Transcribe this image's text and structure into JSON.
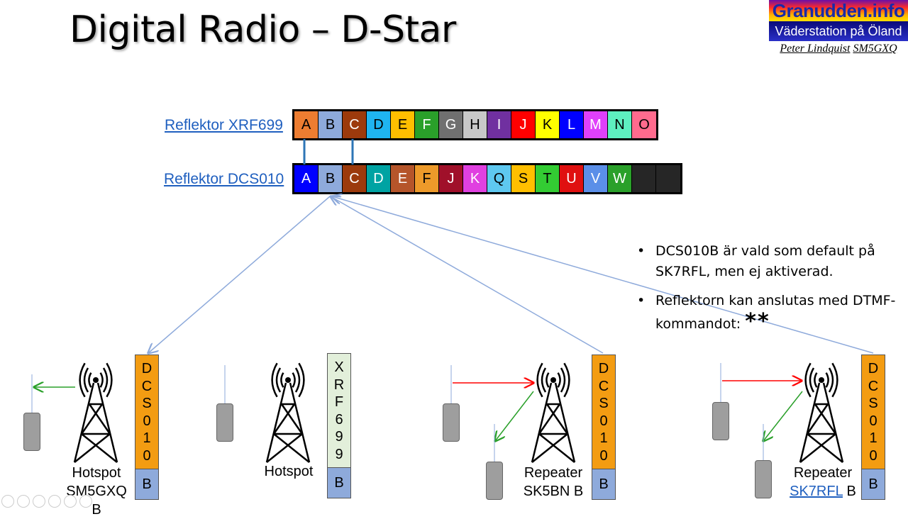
{
  "title": "Digital Radio – D-Star",
  "logo": {
    "site": "Granudden.info",
    "subtitle": "Väderstation på Öland",
    "author": "Peter Lindquist",
    "callsign": "SM5GXQ"
  },
  "reflectors": [
    {
      "label": "Reflektor XRF699",
      "cells": [
        {
          "letter": "A",
          "color": "#ed7d31"
        },
        {
          "letter": "B",
          "color": "#8eaadb"
        },
        {
          "letter": "C",
          "color": "#9c3a0c"
        },
        {
          "letter": "D",
          "color": "#1fb4f0"
        },
        {
          "letter": "E",
          "color": "#ffbf00"
        },
        {
          "letter": "F",
          "color": "#2aa02a"
        },
        {
          "letter": "G",
          "color": "#707070"
        },
        {
          "letter": "H",
          "color": "#c8c8c8"
        },
        {
          "letter": "I",
          "color": "#7030a0"
        },
        {
          "letter": "J",
          "color": "#ff0000"
        },
        {
          "letter": "K",
          "color": "#ffff00"
        },
        {
          "letter": "L",
          "color": "#0000ff"
        },
        {
          "letter": "M",
          "color": "#e040fb"
        },
        {
          "letter": "N",
          "color": "#5ef0c0"
        },
        {
          "letter": "O",
          "color": "#ff6b8e"
        }
      ]
    },
    {
      "label": "Reflektor DCS010",
      "cells": [
        {
          "letter": "A",
          "color": "#0000ff"
        },
        {
          "letter": "B",
          "color": "#8eaadb"
        },
        {
          "letter": "C",
          "color": "#9c3a0c"
        },
        {
          "letter": "D",
          "color": "#00a3a3"
        },
        {
          "letter": "E",
          "color": "#b5552a"
        },
        {
          "letter": "F",
          "color": "#ed9a2a"
        },
        {
          "letter": "J",
          "color": "#a0102a"
        },
        {
          "letter": "K",
          "color": "#e040e0"
        },
        {
          "letter": "Q",
          "color": "#5ec8f0"
        },
        {
          "letter": "S",
          "color": "#ffbf00"
        },
        {
          "letter": "T",
          "color": "#33cc33"
        },
        {
          "letter": "U",
          "color": "#e01010"
        },
        {
          "letter": "V",
          "color": "#5b8fe8"
        },
        {
          "letter": "W",
          "color": "#2aa02a"
        },
        {
          "letter": "",
          "color": "#262626"
        },
        {
          "letter": "",
          "color": "#262626"
        }
      ]
    }
  ],
  "stations": [
    {
      "label_lines": [
        "Hotspot",
        "SM5GXQ"
      ],
      "module": "B",
      "reflector_chars": [
        "D",
        "C",
        "S",
        "0",
        "1",
        "0"
      ],
      "box_color": "#f39c12"
    },
    {
      "label_lines": [
        "Hotspot"
      ],
      "module": "B",
      "reflector_chars": [
        "X",
        "R",
        "F",
        "6",
        "9",
        "9"
      ],
      "box_color": "#e2efda"
    },
    {
      "label_lines": [
        "Repeater",
        "SK5BN"
      ],
      "module": "B",
      "reflector_chars": [
        "D",
        "C",
        "S",
        "0",
        "1",
        "0"
      ],
      "box_color": "#f39c12"
    },
    {
      "label_lines": [
        "Repeater",
        "SK7RFL"
      ],
      "module": "B",
      "reflector_chars": [
        "D",
        "C",
        "S",
        "0",
        "1",
        "0"
      ],
      "box_color": "#f39c12"
    }
  ],
  "bullets": [
    {
      "text": "DCS010B är vald som default på SK7RFL, men ej aktiverad."
    },
    {
      "text": "Reflektorn kan anslutas med DTMF-kommandot:",
      "suffix": "**"
    }
  ],
  "colors": {
    "link": "#1f5fbf",
    "arrow_blue": "#8eaadb",
    "arrow_red": "#ff0000",
    "arrow_green": "#2aa02a"
  }
}
